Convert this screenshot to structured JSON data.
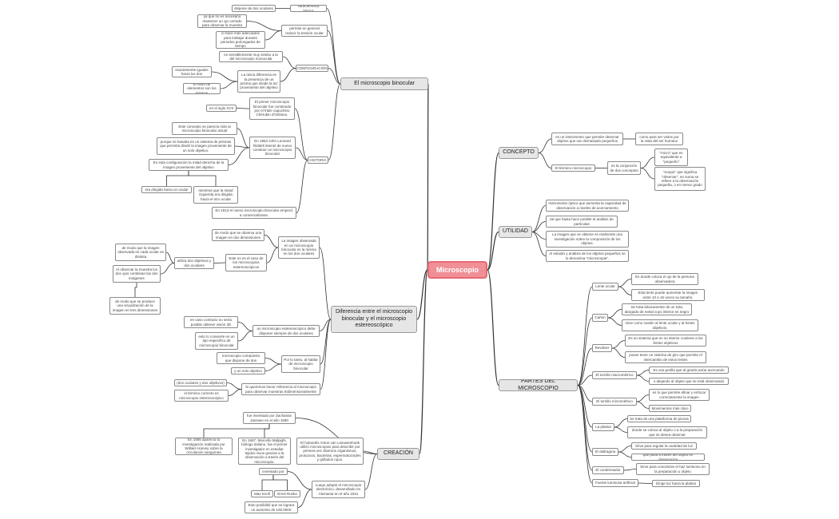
{
  "colors": {
    "center_fill": "#f08f96",
    "main_fill": "#e6e6e6",
    "line": "#333333"
  },
  "center": "Microscopio",
  "main": {
    "binocular": "El microscopio binocular",
    "diferencia": "Diferencia entre el microscopio binocular y el microscopio estereoscópico",
    "creacion": "CREACIÓN",
    "concepto": "CONCEPTO",
    "utilidad": "UTILIDAD",
    "partes": "PARTES DEL MICROSCOPIO"
  },
  "binocular": {
    "dispone": "dispone de dos oculares",
    "caracteristica": "característica básica",
    "ya_que": "ya que no es necesario mantener un ojo cerrado para observar la muestra",
    "permite": "permite en general reducir la tensión ocular",
    "lo_hace": "lo hace más adecuados para trabajar durante periodos prolongados de tiempo",
    "es_sim": "es sensiblemente muy similar a la del microscopio monocular",
    "configuracion": "CONFIGURACIÓN",
    "en_dos": "en dos haces exactamente iguales hacia los dos oculares",
    "unica": "La única diferencia es la presencia de un prisma que divide la luz proveniente del objetivo",
    "resto": "El resto de elementos son los mismos",
    "siglo": "en el siglo XVII",
    "primer": "El primer microscopio binocular fue construido por el fraile capuchino Chérubin d'Orléans.",
    "concepto_per": "Este concepto se parecía más al microscopio binocular actual",
    "porque": "porque se basaba en un sistema de prismas que permitía dividir la imagen proveniente de un solo objetivo.",
    "riddell": "En 1853 John Leonard Riddell intentó de nuevo construir un microscopio binocular",
    "historia": "HISTORIA",
    "mitad": "En esta configuración la mitad derecha de la imagen proveniente del objetivo",
    "dirigida": "era dirigida hacia un ocular",
    "mientras": "mientras que la mitad izquierda era dirigida hacia el otro ocular",
    "en1913": "En 1913 el nuevo microscopio binocular empezó a comercializarse."
  },
  "diferencia": {
    "modo1": "de modo que se observa una imagen en dos dimensiones",
    "imagen_obs": "La imagen observada en un microscopio binocular es la misma en los dos oculares",
    "modo_img": "de modo que la imagen observada en cada ocular es distinta",
    "utiliza": "utiliza dos objetivos y dos oculares",
    "este": "Este no es el caso de los microscopios estereoscópicos",
    "al_obs": "Al observar la muestra los dos ojos combinan las dos imágenes",
    "modo_vis": "de modo que se produce una visualización de la imagen en tres dimensiones",
    "caso_cont": "en caso contrario no sería posible obtener visión 3D",
    "lo_convierte": "esto lo convierte en un tipo específico de microscopio binocular",
    "un_micro": "un microscopio estereoscópico debe disponer siempre de dos oculares",
    "nos_ref": "nos referimos siempre al microscopio compuesto que dispone de dos oculares",
    "por_tanto": "Por lo tanto, al hablar de microscopio binocular",
    "solo_obj": "y un solo objetivo",
    "dos_ocul": "(dos oculares y dos objetivos)",
    "si_quer": "Si queremos hacer referencia al microscopio para observar muestras tridimensionalmente",
    "el_termino": "el término correcto es microscopio estereoscópico"
  },
  "creacion": {
    "janssen": "fue inventado por Zacharias Janssen en el año 1590",
    "hooke": "En 1665 apareció la investigación realizada por William Harvey sobre la circulación sanguínea",
    "malpighi": "En 1667, Marcello Malpighi, biólogo italiano, fue el primer investigador en estudiar tejidos vivos gracias a la observación a través del microscopio.",
    "leeuwenhoek": "El holandés Anton van Leeuwenhoek utilizó microscopios para describir por primera vez diversos organismos, protozoos, bacterias, espermatozoides y glóbulos rojos.",
    "inventado": "inventado por",
    "knoll": "Max Knoll",
    "ruska": "Ernst Ruska",
    "luego": "Luego adoptó el microscopio electrónico, desarrollado en Alemania en el año 1931",
    "aumento": "Esto posibilitó que se lograra un aumento de 100.000X"
  },
  "concepto": {
    "instrumento": "es un instrumento que permite observar objetos que son demasiado pequeños",
    "vista": "como para ser vistos por la vista del ser humano",
    "termino": "El término microscopio",
    "conj": "es la conjunción de dos conceptos",
    "micro": "\"micro\" que es equivalente a \"pequeño\"",
    "scopio": "\"scopio\" que significa \"observar\", en suma se refiere a la observación pequeña, o en menor grado"
  },
  "utilidad": {
    "u1": "Instrumento óptico que aumenta la capacidad de observación a niveles de acercamiento",
    "u2": "tal que hasta hace posible el análisis de partículas",
    "u3": "La imagen que se obtiene es realmente una investigación sobre la composición de los objetos.",
    "u4": "Al estudio y análisis de los objetos pequeños se lo denomina \"microscopia\"."
  },
  "partes": {
    "lente_ocular": "Lente ocular",
    "lo1": "Es donde coloca el ojo de la persona observadora",
    "lo2": "Esta lente puede aumentar la imagen entre 10 a 15 veces su tamaño.",
    "canon": "Cañón",
    "c1": "Se trata básicamente de un tubo alargado de metal cuyo interior es negro",
    "c2": "sirve como sostén al lente ocular y al lentes objetivos.",
    "revolver": "Revólver",
    "r1": "Es un sistema que en su interior contiene a los lentes objetivos",
    "r2": "posee tener un sistema de giro que permite el intercambio de estos lentes",
    "macro": "El tornillo macrométrico",
    "ma1": "Es una perilla que al girarla actúa acercando",
    "ma2": "o alejando al objeto que se está observando",
    "micro": "El tornillo micrométrico",
    "mi1": "es lo que permite afinar y enfocar correctamente la imagen",
    "mi2": "Movimientos más claro",
    "platina": "La platina",
    "p1": "Se trata de una plataforma de pinzas",
    "p2": "donde se coloca al objeto o a la preparación que se desea observar",
    "diafragma": "El diafragma",
    "d1": "Sirve para regular la cantidad de luz",
    "d2": "que pasa a través del objeto en observación",
    "condensador": "El condensador",
    "co1": "Sirve para concentrar el haz luminoso en la preparación u objeto",
    "fuente": "Fuente luminosa artificial",
    "f1": "Dirige luz hacia la platina"
  }
}
